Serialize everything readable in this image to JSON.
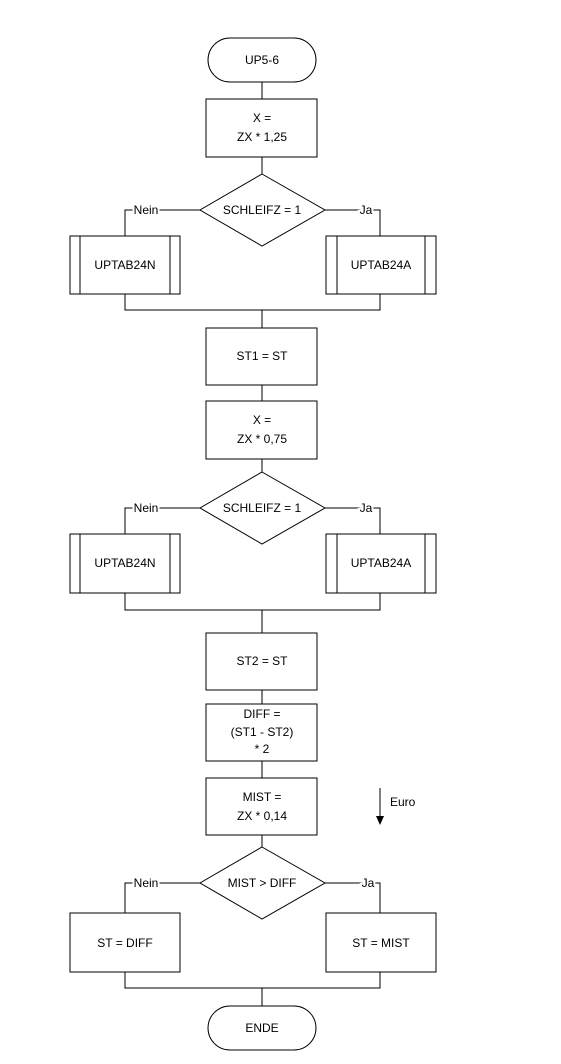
{
  "flowchart": {
    "start": "UP5-6",
    "step_x1": [
      "X =",
      "ZX * 1,25"
    ],
    "decision1": "SCHLEIFZ = 1",
    "decision1_no": "Nein",
    "decision1_yes": "Ja",
    "sub1_no": "UPTAB24N",
    "sub1_yes": "UPTAB24A",
    "step_st1": "ST1 = ST",
    "step_x2": [
      "X =",
      "ZX * 0,75"
    ],
    "decision2": "SCHLEIFZ = 1",
    "decision2_no": "Nein",
    "decision2_yes": "Ja",
    "sub2_no": "UPTAB24N",
    "sub2_yes": "UPTAB24A",
    "step_st2": "ST2 = ST",
    "step_diff": [
      "DIFF =",
      "(ST1 - ST2)",
      "* 2"
    ],
    "step_mist": [
      "MIST =",
      "ZX * 0,14"
    ],
    "euro_note": "Euro",
    "decision3": "MIST > DIFF",
    "decision3_no": "Nein",
    "decision3_yes": "Ja",
    "assign_no": "ST = DIFF",
    "assign_yes": "ST = MIST",
    "end": "ENDE"
  }
}
